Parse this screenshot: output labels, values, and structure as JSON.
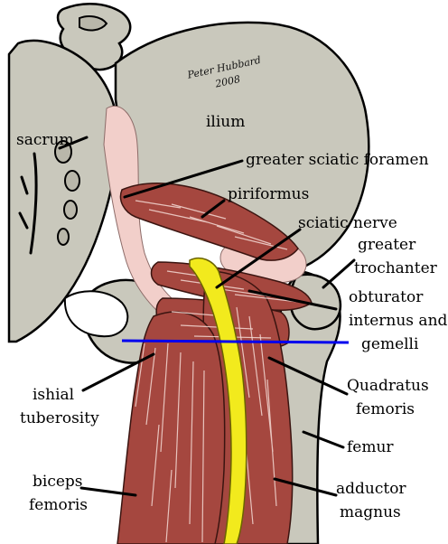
{
  "signature": {
    "name": "Peter Hubbard",
    "year": "2008"
  },
  "labels": {
    "ilium": "ilium",
    "sacrum": "sacrum",
    "greater_sciatic_foramen": "greater sciatic foramen",
    "piriformus": "piriformus",
    "sciatic_nerve": "sciatic nerve",
    "greater_trochanter_1": "greater",
    "greater_trochanter_2": "trochanter",
    "obturator_1": "obturator",
    "obturator_2": "internus and",
    "obturator_3": "gemelli",
    "ishial_1": "ishial",
    "ishial_2": "tuberosity",
    "quadratus_1": "Quadratus",
    "quadratus_2": "femoris",
    "femur": "femur",
    "biceps_1": "biceps",
    "biceps_2": "femoris",
    "adductor_1": "adductor",
    "adductor_2": "magnus"
  },
  "colors": {
    "bone": "#c9c8bc",
    "ligament": "#f2cfca",
    "muscle": "#a5473f",
    "nerve": "#f2ea1d",
    "reference_line": "#0000ee",
    "label_text": "#000000"
  }
}
